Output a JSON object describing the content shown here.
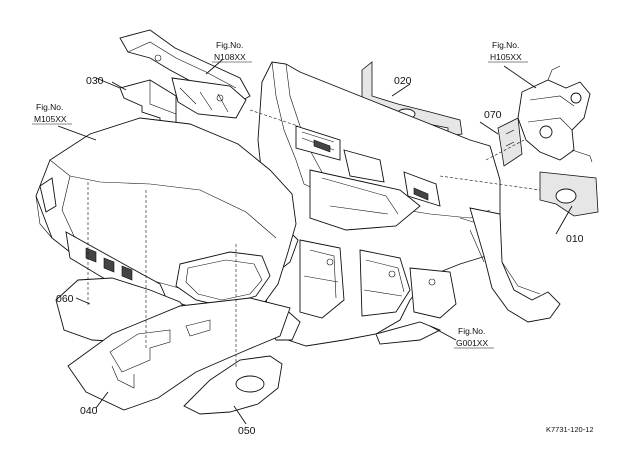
{
  "callouts": {
    "c010": "010",
    "c020": "020",
    "c030": "030",
    "c040": "040",
    "c050": "050",
    "c060": "060",
    "c070": "070"
  },
  "figure_refs": {
    "n108": {
      "fig": "Fig.No.",
      "no": "N108XX"
    },
    "h105": {
      "fig": "Fig.No.",
      "no": "H105XX"
    },
    "m105": {
      "fig": "Fig.No.",
      "no": "M105XX"
    },
    "g001": {
      "fig": "Fig.No.",
      "no": "G001XX"
    }
  },
  "drawing_code": "K7731-120-12"
}
